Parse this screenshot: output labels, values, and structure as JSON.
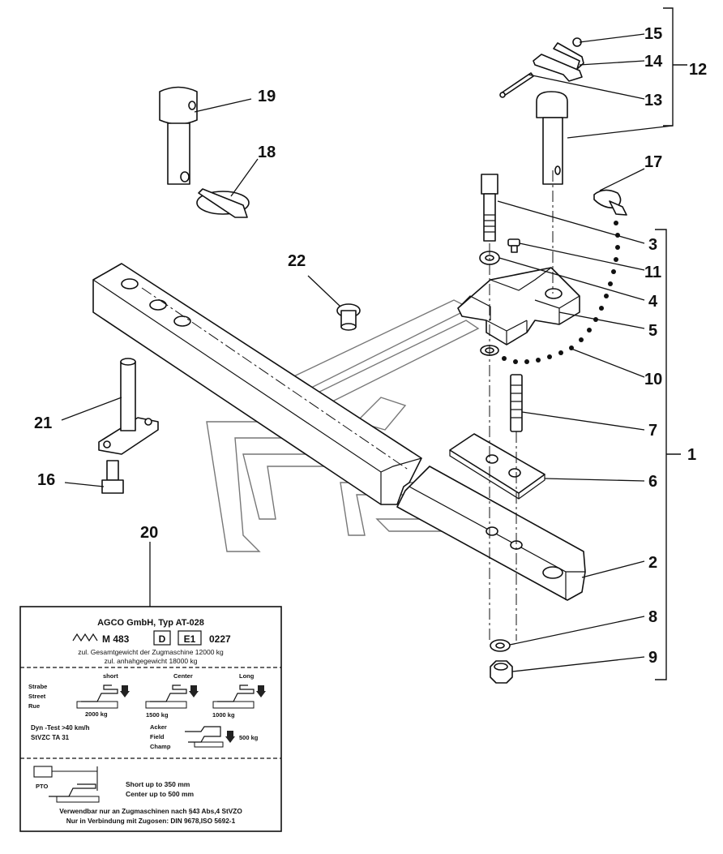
{
  "callouts": {
    "c1": "1",
    "c2": "2",
    "c3": "3",
    "c4": "4",
    "c5": "5",
    "c6": "6",
    "c7": "7",
    "c8": "8",
    "c9": "9",
    "c10": "10",
    "c11": "11",
    "c12": "12",
    "c13": "13",
    "c14": "14",
    "c15": "15",
    "c16": "16",
    "c17": "17",
    "c18": "18",
    "c19": "19",
    "c20": "20",
    "c21": "21",
    "c22": "22"
  },
  "plate": {
    "title": "AGCO GmbH, Typ AT-028",
    "model": "M 483",
    "country_box": "D",
    "approval_box": "E1",
    "approval_no": "0227",
    "line1": "zul. Gesamtgewicht der Zugmaschine 12000 kg",
    "line2": "zul. anhahgegewicht 18000 kg",
    "street_label_1": "Strabe",
    "street_label_2": "Street",
    "street_label_3": "Rue",
    "pos_short": "short",
    "pos_center": "Center",
    "pos_long": "Long",
    "load_short": "2000 kg",
    "load_center": "1500 kg",
    "load_long": "1000 kg",
    "dyn_test": "Dyn -Test >40 km/h",
    "stvzc": "StVZC TA 31",
    "field_1": "Acker",
    "field_2": "Field",
    "field_3": "Champ",
    "load_field": "500 kg",
    "pto": "PTO",
    "short_up": "Short up to 350 mm",
    "center_up": "Center up to 500 mm",
    "footer_1": "Verwendbar nur an Zugmaschinen nach §43 Abs,4 StVZO",
    "footer_2": "Nur in Verbindung mit Zugosen: DIN 9678,ISO 5692-1"
  }
}
